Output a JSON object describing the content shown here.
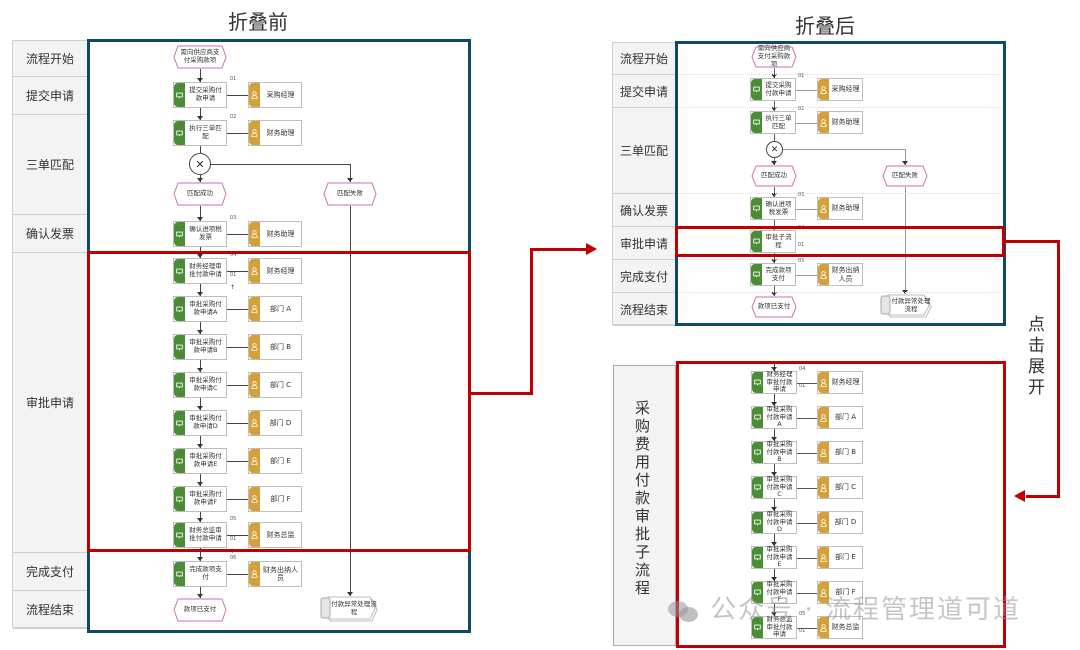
{
  "titles": {
    "before": "折叠前",
    "after": "折叠后"
  },
  "expand_label": "点击展开",
  "watermark": "公众号 · 流程管理道可道",
  "colors": {
    "frame_blue": "#0e4a66",
    "highlight_red": "#c00000",
    "function_green": "#4b8c36",
    "role_gold": "#d4a03a",
    "event_pink": "#c86fb0"
  },
  "before": {
    "lanes": [
      "流程开始",
      "提交申请",
      "三单匹配",
      "确认发票",
      "审批申请",
      "完成支付",
      "流程结束"
    ],
    "start_event": "需向供应商支付采购款项",
    "steps": [
      {
        "num": "01",
        "task": "提交采购付款申请",
        "role": "采购经理"
      },
      {
        "num": "02",
        "task": "执行三单匹配",
        "role": "财务助理"
      },
      {
        "num": "03",
        "task": "确认进项税发票",
        "role": "财务助理"
      },
      {
        "num": "04",
        "task": "财务经理审批付款申请",
        "role": "财务经理",
        "sub": "01"
      },
      {
        "num": "",
        "task": "审批采购付款申请A",
        "role": "部门 A"
      },
      {
        "num": "",
        "task": "审批采购付款申请B",
        "role": "部门 B"
      },
      {
        "num": "",
        "task": "审批采购付款申请C",
        "role": "部门 C"
      },
      {
        "num": "",
        "task": "审批采购付款申请D",
        "role": "部门 D"
      },
      {
        "num": "",
        "task": "审批采购付款申请E",
        "role": "部门 E"
      },
      {
        "num": "",
        "task": "审批采购付款申请F",
        "role": "部门 F"
      },
      {
        "num": "05",
        "task": "财务总监审批付款申请",
        "role": "财务总监",
        "sub": "01"
      },
      {
        "num": "06",
        "task": "完成款项支付",
        "role": "财务出纳人员"
      }
    ],
    "gateway": "✕",
    "match_success": "匹配成功",
    "match_fail": "匹配失败",
    "end_event": "款项已支付",
    "exception_process": "付款异常处理流程"
  },
  "after": {
    "lanes": [
      "流程开始",
      "提交申请",
      "三单匹配",
      "确认发票",
      "审批申请",
      "完成支付",
      "流程结束"
    ],
    "start_event": "需向供应商支付采购款项",
    "steps": [
      {
        "num": "01",
        "task": "提交采购付款申请",
        "role": "采购经理"
      },
      {
        "num": "02",
        "task": "执行三单匹配",
        "role": "财务助理"
      },
      {
        "num": "03",
        "task": "确认进项税发票",
        "role": "财务助理"
      },
      {
        "num": "04",
        "task": "审批子流程",
        "role": "",
        "sub": "01"
      },
      {
        "num": "05",
        "task": "完成款项支付",
        "role": "财务出纳人员"
      }
    ],
    "gateway": "✕",
    "match_success": "匹配成功",
    "match_fail": "匹配失败",
    "end_event": "款项已支付",
    "exception_process": "付款异常处理流程"
  },
  "subprocess": {
    "label": "采购费用付款审批子流程",
    "steps": [
      {
        "num": "04",
        "task": "财务经理审批付款申请",
        "role": "财务经理",
        "sub": "01"
      },
      {
        "num": "",
        "task": "审批采购付款申请A",
        "role": "部门 A"
      },
      {
        "num": "",
        "task": "审批采购付款申请B",
        "role": "部门 B"
      },
      {
        "num": "",
        "task": "审批采购付款申请C",
        "role": "部门 C"
      },
      {
        "num": "",
        "task": "审批采购付款申请D",
        "role": "部门 D"
      },
      {
        "num": "",
        "task": "审批采购付款申请E",
        "role": "部门 E"
      },
      {
        "num": "",
        "task": "审批采购付款申请F",
        "role": "部门 F"
      },
      {
        "num": "05",
        "task": "财务总监审批付款申请",
        "role": "财务总监",
        "sub": "01"
      }
    ]
  }
}
